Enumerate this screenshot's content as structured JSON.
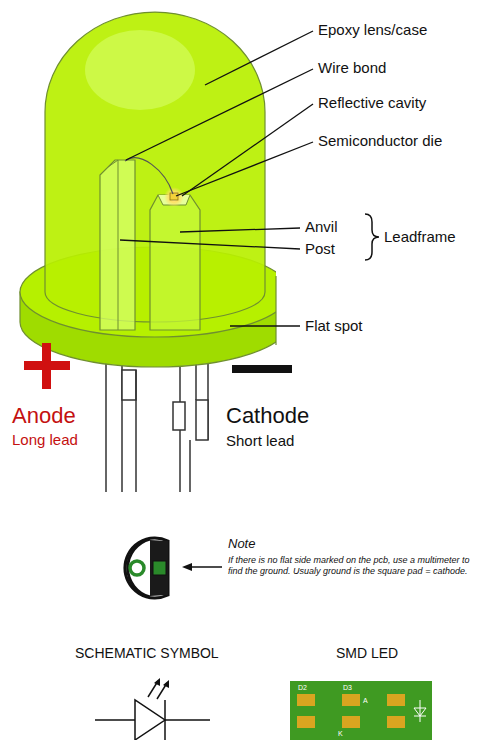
{
  "diagram": {
    "labels": [
      "Epoxy lens/case",
      "Wire bond",
      "Reflective cavity",
      "Semiconductor die",
      "Anvil",
      "Post",
      "Leadframe",
      "Flat spot",
      "Anode",
      "Long lead",
      "Cathode",
      "Short lead",
      "Note",
      "If there is no flat side marked on the pcb, use a multimeter to find the ground. Usualy ground is the square pad = cathode.",
      "SCHEMATIC SYMBOL",
      "SMD LED",
      "D2",
      "D3",
      "A",
      "K"
    ]
  }
}
